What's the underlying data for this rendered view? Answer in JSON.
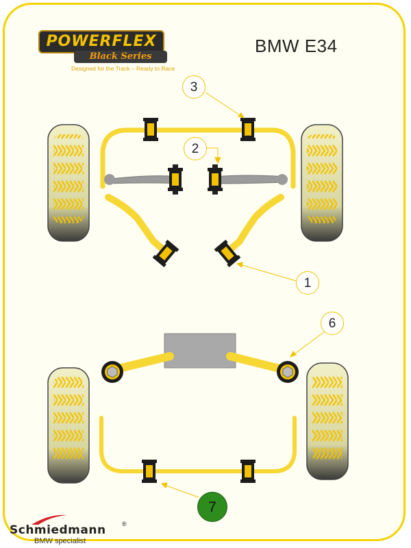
{
  "logo": {
    "brand": "POWERFLEX",
    "series": "Black Series",
    "tagline": "Designed for the Track – Ready to Race"
  },
  "model": "BMW E34",
  "callouts": {
    "c1": "1",
    "c2": "2",
    "c3": "3",
    "c6": "6",
    "c7": "7"
  },
  "footer": {
    "brand": "Schmiedmann",
    "registered": "®",
    "subtitle": "BMW specialist"
  },
  "colors": {
    "frame": "#f6d200",
    "bar": "#f7d733",
    "bush": "#1c1c1c",
    "gear": "#9b9b9b",
    "tyre": "#e8e6a8",
    "highlight": "#2e8b1e"
  }
}
